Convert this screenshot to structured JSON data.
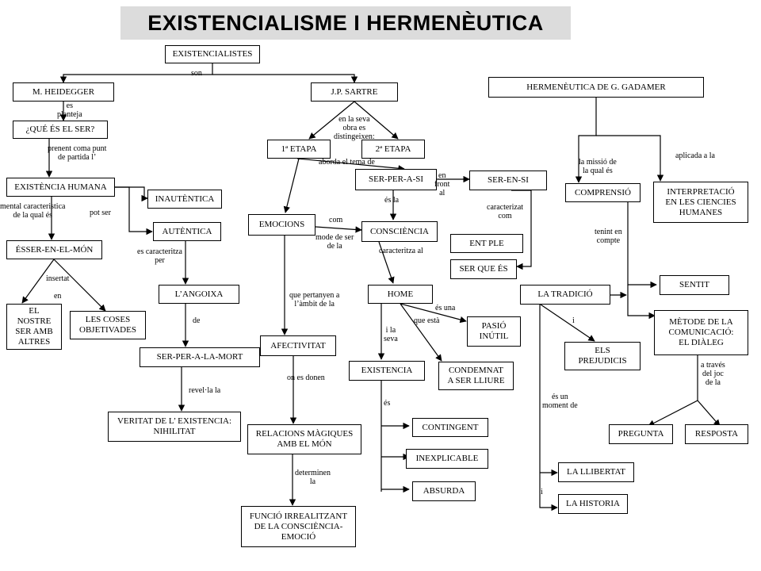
{
  "title": "EXISTENCIALISME I HERMENÈUTICA",
  "nodes": {
    "existencialistes": "EXISTENCIALISTES",
    "heidegger": "M. HEIDEGGER",
    "sartre": "J.P. SARTRE",
    "gadamer": "HERMENÈUTICA DE G. GADAMER",
    "que_es_el_ser": "¿QUÉ ÉS EL SER?",
    "primera_etapa": "1ª ETAPA",
    "segona_etapa": "2ª ETAPA",
    "existencia_humana": "EXISTÈNCIA HUMANA",
    "inautentica": "INAUTÈNTICA",
    "autentica": "AUTÈNTICA",
    "esser_en_el_mon": "ÉSSER-EN-EL-MÓN",
    "el_nostre_ser": "EL\nNOSTRE\nSER AMB\nALTRES",
    "les_coses": "LES COSES\nOBJETIVADES",
    "angoixa": "L’ANGOIXA",
    "ser_per_a_la_mort": "SER-PER-A-LA-MORT",
    "veritat": "VERITAT DE L’ EXISTENCIA:\nNIHILITAT",
    "emocions": "EMOCIONS",
    "ser_per_a_si": "SER-PER-A-SI",
    "ser_en_si": "SER-EN-SI",
    "consciencia": "CONSCIÈNCIA",
    "entple": "ENT PLE",
    "ser_que_es": "SER QUE ÉS",
    "home": "HOME",
    "passio_inutil": "PASIÓ\nINÚTIL",
    "existencia": "EXISTENCIA",
    "condemnat": "CONDEMNAT\nA SER LLIURE",
    "afectivitat": "AFECTIVITAT",
    "relacions_magiques": "RELACIONS MÀGIQUES\nAMB  EL MÓN",
    "funcio_irrealitzant": "FUNCIÓ IRREALITZANT\nDE LA CONSCIÈNCIA-\nEMOCIÓ",
    "contingent": "CONTINGENT",
    "inexplicable": "INEXPLICABLE",
    "absurda": "ABSURDA",
    "comprensio": "COMPRENSIÓ",
    "interpretacio": "INTERPRETACIÓ\nEN LES CIENCIES\nHUMANES",
    "sentit": "SENTIT",
    "la_tradicio": "LA TRADICIÓ",
    "metode": "MÈTODE DE LA\nCOMUNICACIÓ:\nEL DIÀLEG",
    "els_prejudicis": "ELS\nPREJUDICIS",
    "pregunta": "PREGUNTA",
    "resposta": "RESPOSTA",
    "la_llibertat": "LA LLIBERTAT",
    "la_historia": "LA HISTORIA"
  },
  "labels": {
    "son": "son",
    "es_planteja": "es\nplanteja",
    "en_la_seva_obra": "en la seva\nobra es\ndistingeixen:",
    "prenent": "prenent coma punt\nde partida l’",
    "aborda": "aborda el tema de",
    "en_front_al": "en\nfront\nal",
    "mental_caracteristica": "mental caracteristica\nde la qual és",
    "pot_ser": "pot ser",
    "es_la": "és la",
    "caracteritzat_com": "caracterizat\ncom",
    "com": "com",
    "mode_de_ser": "mode de ser\nde la",
    "es_caracteritza_per": "es caracteritza\nper",
    "caracteritza_al": "caracteritza al",
    "insertat_en": "insertat\n\nen",
    "que_pertanyen": "que pertanyen a\nl’àmbit de la",
    "es_una": "és una",
    "que_esta": "que està",
    "i_la_seva": "i  la\nseva",
    "de": "de",
    "on_es_donen": "on es donen",
    "es": "és",
    "revel_la": "revel·la la",
    "determinen_la": "determinen\nla",
    "la_missio": "la missió de\nla qual és",
    "aplicada_a_la": "aplicada a la",
    "tenint_en_compte": "tenint en\ncompte",
    "i_prejudicis": "i",
    "es_un_moment": "és un\nmoment de",
    "i_historia": "i",
    "a_traves": "a través\ndel joc\nde la"
  }
}
